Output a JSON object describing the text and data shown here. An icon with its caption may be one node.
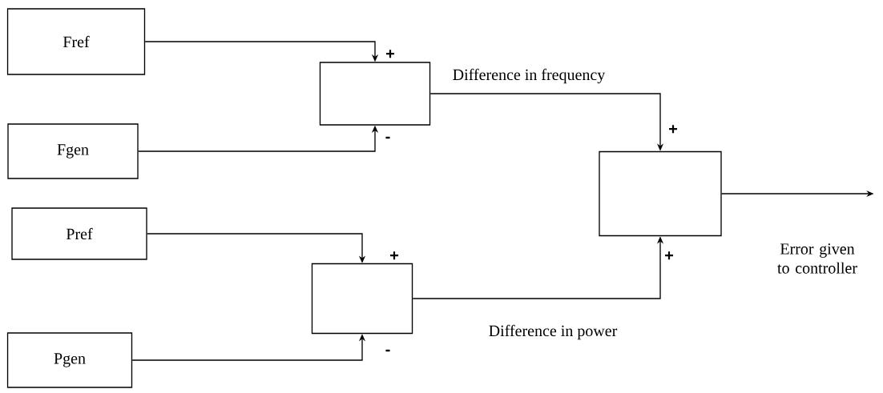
{
  "diagram": {
    "nodes": [
      {
        "text": [
          "Fref"
        ]
      },
      {
        "text": [],
        "shape": "box"
      },
      {
        "text": [
          "Fgen"
        ]
      },
      {
        "text": [],
        "shape": "box"
      },
      {
        "text": [
          "Pref"
        ]
      },
      {
        "text": [],
        "shape": "box"
      },
      {
        "text": [
          "Pgen"
        ]
      }
    ],
    "edges": [
      {
        "from": 0,
        "to": 1,
        "arrow": "to",
        "label": "+"
      },
      {
        "from": 2,
        "to": 1,
        "arrow": "to",
        "label": "-"
      },
      {
        "from": 1,
        "to": 3,
        "arrow": "to",
        "label": "Difference in frequency"
      },
      {
        "from": 4,
        "to": 5,
        "arrow": "to",
        "label": "+"
      },
      {
        "from": 6,
        "to": 5,
        "arrow": "to",
        "label": "-"
      },
      {
        "from": 5,
        "to": 3,
        "arrow": "to",
        "label": "Difference in power"
      },
      {
        "from": 3,
        "to": null,
        "arrow": "to",
        "label": "Error given to controller"
      }
    ],
    "labels": [
      "+",
      "+"
    ]
  }
}
